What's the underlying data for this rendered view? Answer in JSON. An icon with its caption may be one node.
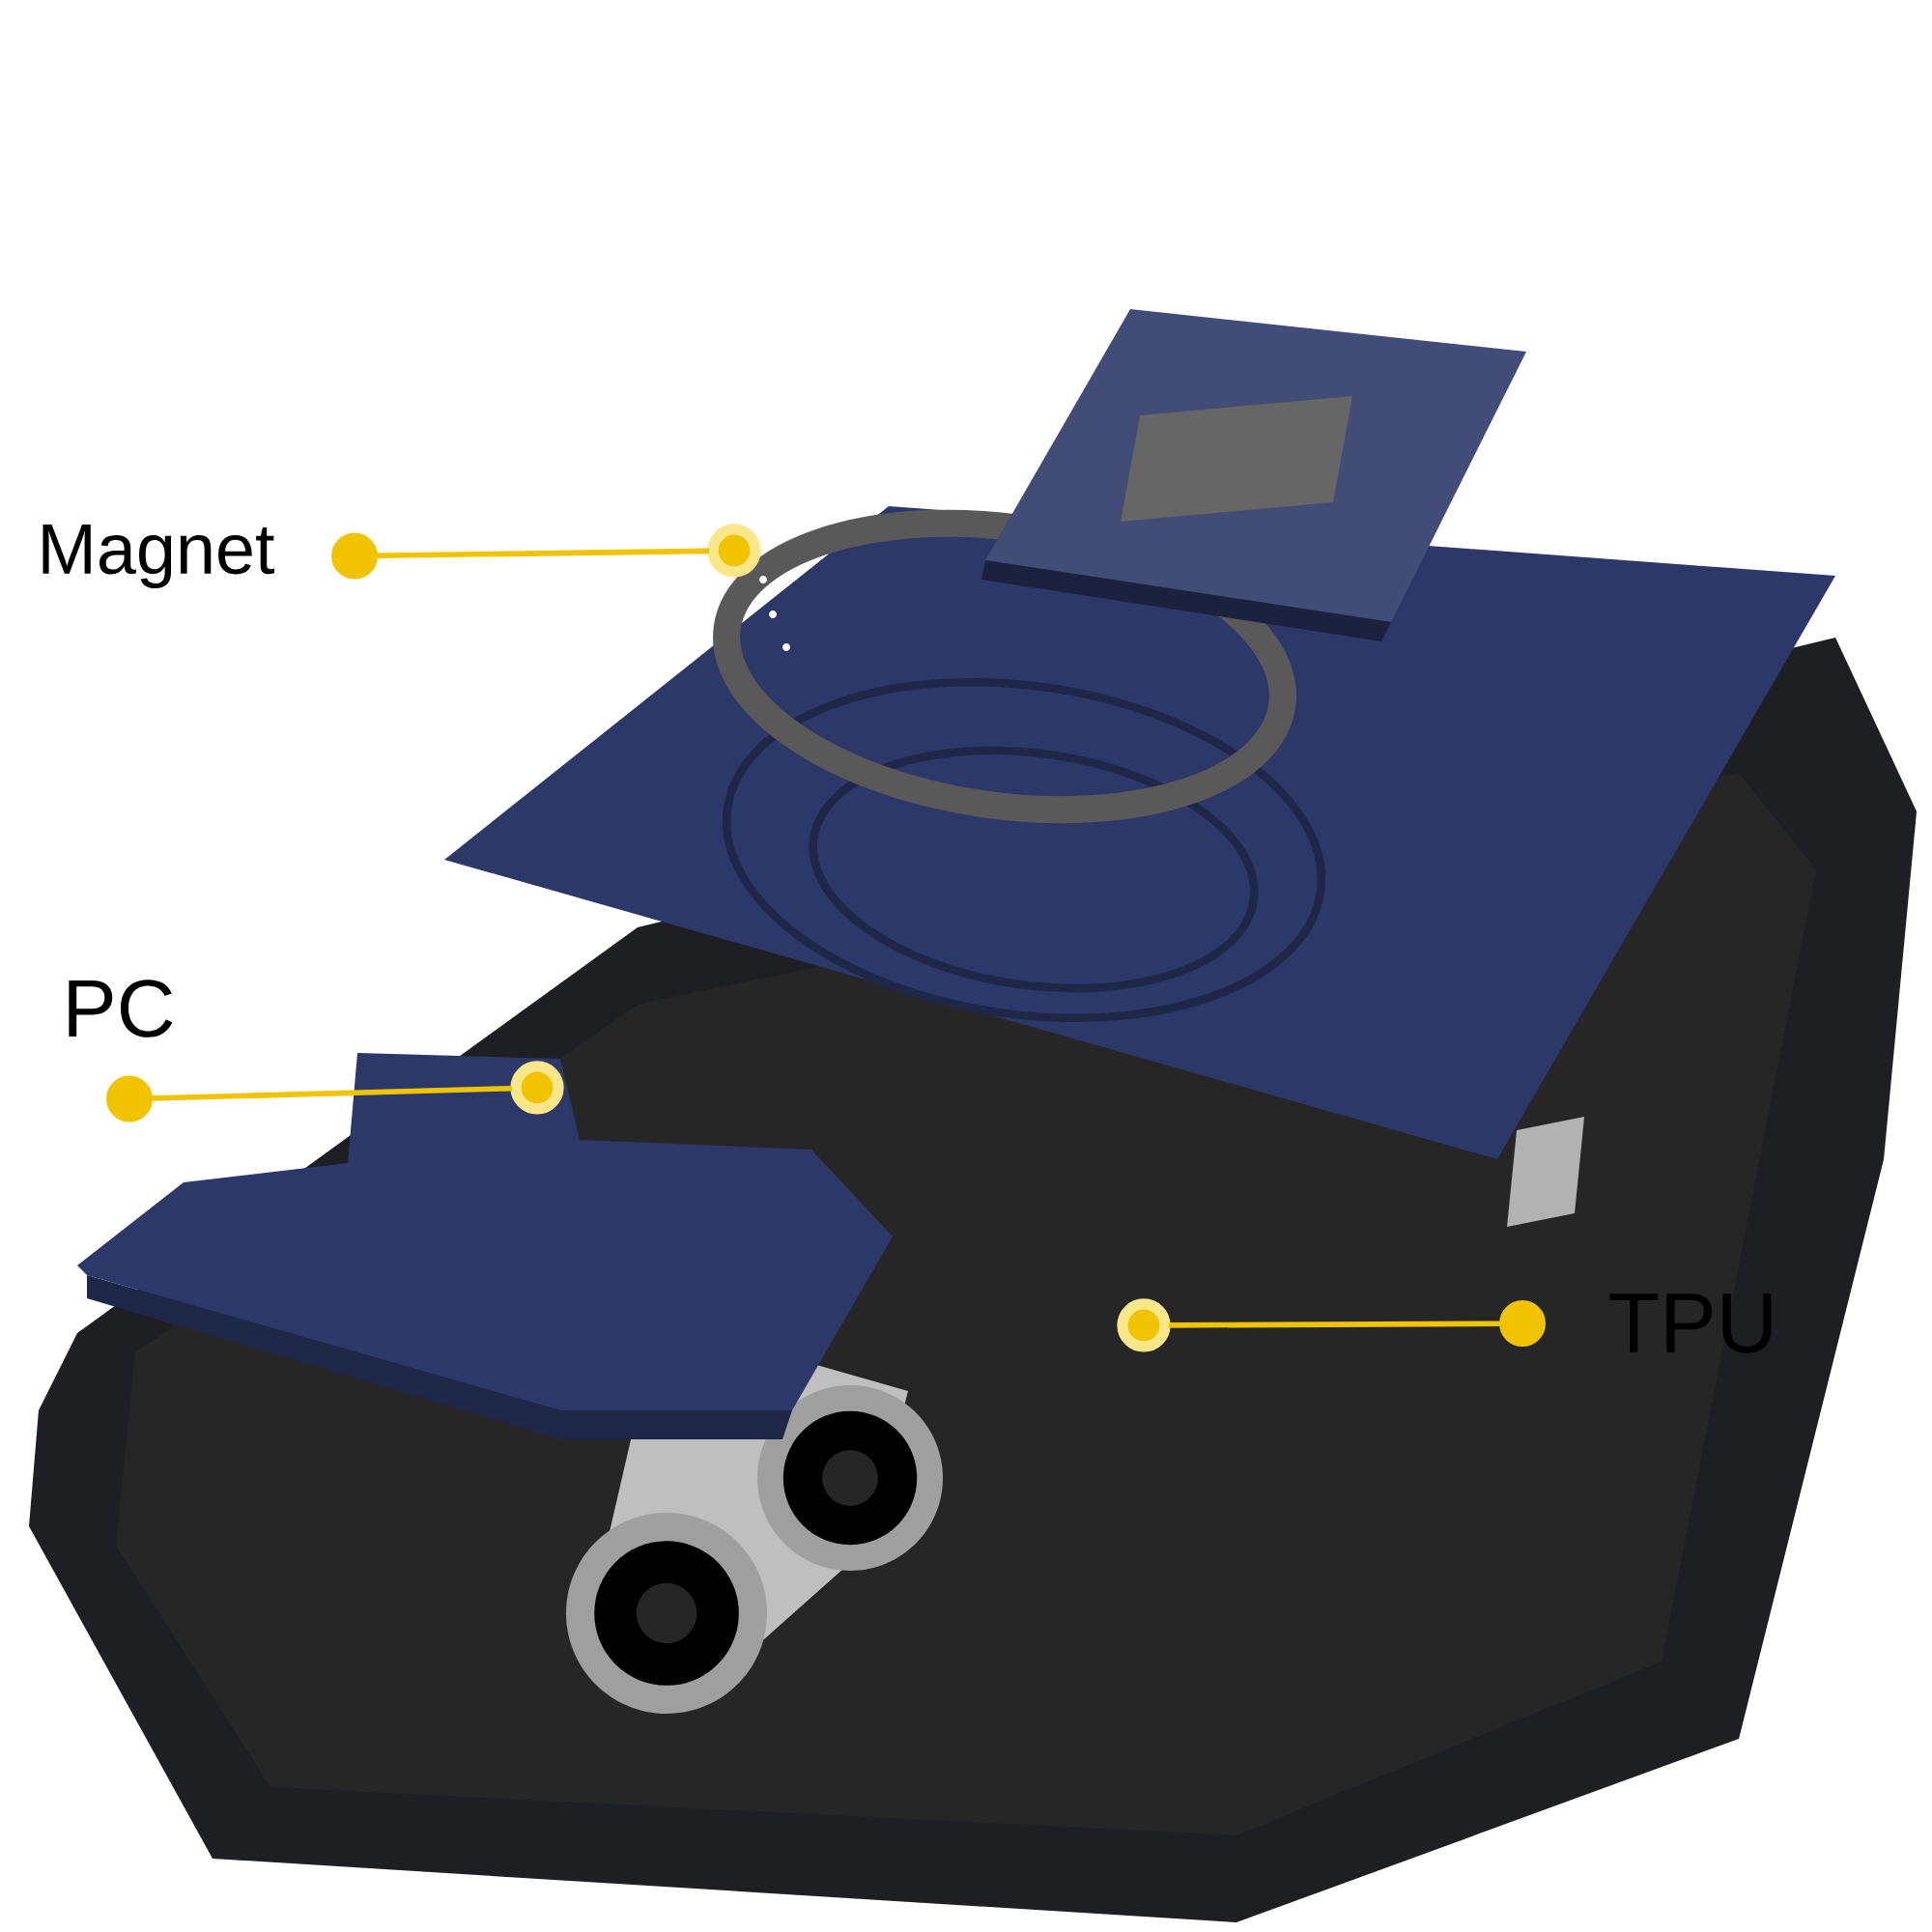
{
  "diagram": {
    "nodes": [
      {
        "text": [
          "Magnet"
        ]
      },
      {
        "text": [],
        "shape": "circle"
      },
      {
        "text": [
          "PC"
        ]
      },
      {
        "text": [],
        "shape": "circle"
      },
      {
        "text": [
          "TPU"
        ]
      },
      {
        "text": [],
        "shape": "circle"
      }
    ],
    "edges": [
      {
        "from": 0,
        "to": 1,
        "arrow": "other"
      },
      {
        "from": 2,
        "to": 3,
        "arrow": "other"
      },
      {
        "from": 4,
        "to": 5,
        "arrow": "other"
      }
    ]
  }
}
